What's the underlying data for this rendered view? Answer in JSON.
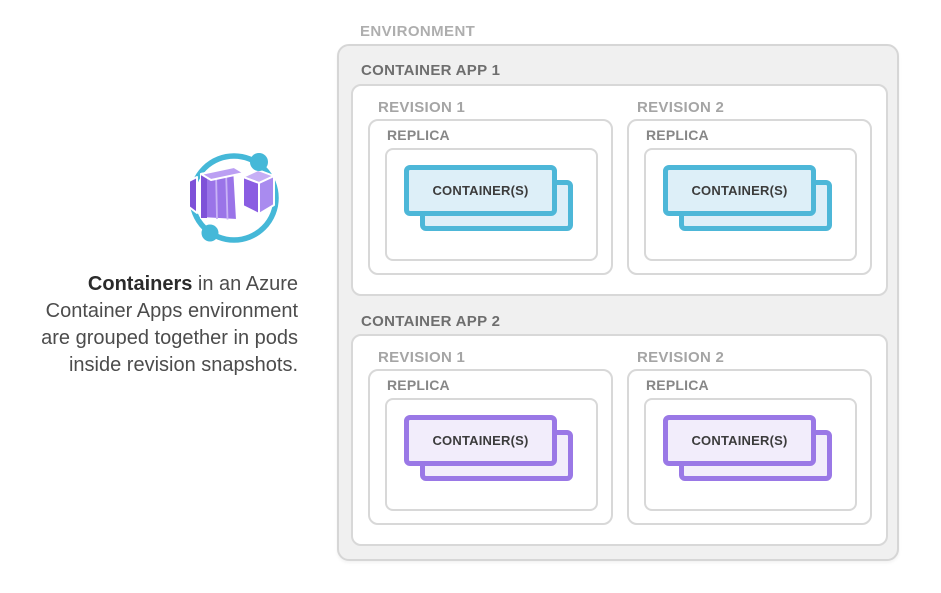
{
  "colors": {
    "environment_bg": "#f0f0f0",
    "teal_accent": "#4db7d8",
    "teal_fill": "#ddeff8",
    "purple_accent": "#9a78e6",
    "purple_fill": "#f2edfb",
    "icon_teal": "#45b8d8",
    "icon_purple_light": "#bb9ff3",
    "icon_purple_mid": "#9a74e8",
    "icon_purple_dark": "#7e52d8",
    "icon_purple_face": "#8a5de2",
    "icon_purple_soft": "#a98bef",
    "icon_purple_top": "#c6aef5",
    "icon_stripe": "#c9b3f6"
  },
  "caption": {
    "line1_bold": "Containers",
    "line1_rest": " in an Azure",
    "line2": "Container Apps environment",
    "line3": "are grouped together in pods",
    "line4": "inside revision snapshots."
  },
  "diagram": {
    "environment_label": "ENVIRONMENT",
    "apps": [
      {
        "label": "CONTAINER APP 1",
        "accent": "#4db7d8",
        "container_fill": "#ddeff8",
        "revisions": [
          {
            "label": "REVISION 1",
            "replica_label": "REPLICA",
            "container_label": "CONTAINER(S)"
          },
          {
            "label": "REVISION 2",
            "replica_label": "REPLICA",
            "container_label": "CONTAINER(S)"
          }
        ]
      },
      {
        "label": "CONTAINER APP 2",
        "accent": "#9a78e6",
        "container_fill": "#f2edfb",
        "revisions": [
          {
            "label": "REVISION 1",
            "replica_label": "REPLICA",
            "container_label": "CONTAINER(S)"
          },
          {
            "label": "REVISION 2",
            "replica_label": "REPLICA",
            "container_label": "CONTAINER(S)"
          }
        ]
      }
    ]
  }
}
